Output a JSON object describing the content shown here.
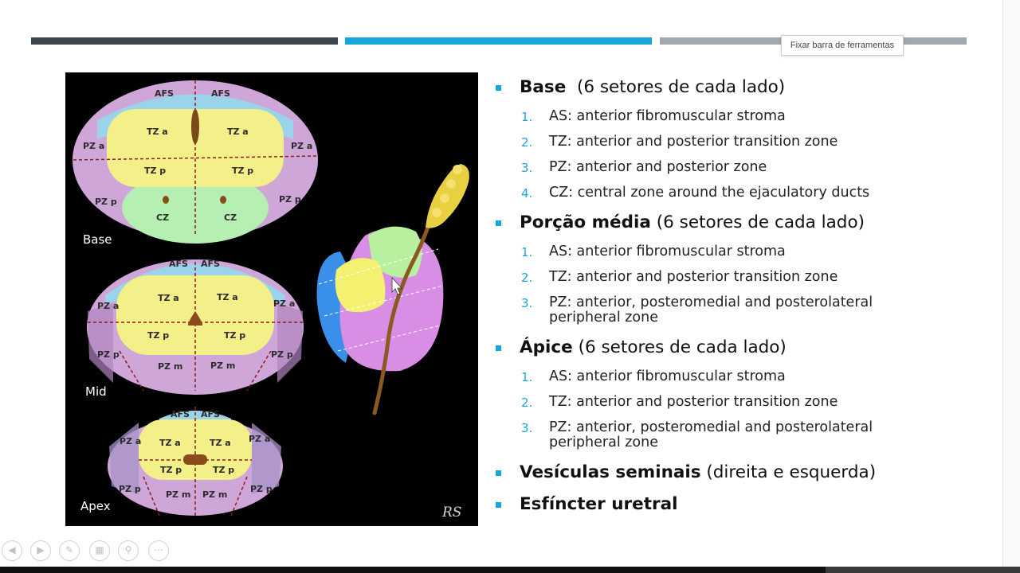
{
  "tooltip": "Fixar barra de ferramentas",
  "figure": {
    "levels": [
      "Base",
      "Mid",
      "Apex"
    ],
    "zones": {
      "afs": "AFS",
      "tza": "TZ a",
      "tzp": "TZ p",
      "pza": "PZ a",
      "pzp": "PZ p",
      "pzm": "PZ m",
      "cz": "CZ"
    },
    "signature": "RS"
  },
  "sections": [
    {
      "title": "Base",
      "rest": "  (6 setores de cada lado)",
      "items": [
        {
          "num": "1.",
          "text": "AS: anterior fibromuscular stroma"
        },
        {
          "num": "2.",
          "text": "TZ: anterior and posterior transition zone"
        },
        {
          "num": "3.",
          "text": "PZ: anterior and posterior zone"
        },
        {
          "num": "4.",
          "text": "CZ: central zone around the ejaculatory ducts"
        }
      ]
    },
    {
      "title": "Porção média",
      "rest": " (6 setores de cada lado)",
      "items": [
        {
          "num": "1.",
          "text": "AS: anterior fibromuscular stroma"
        },
        {
          "num": "2.",
          "text": "TZ: anterior and posterior transition zone"
        },
        {
          "num": "3.",
          "text": "PZ: anterior, posteromedial and posterolateral peripheral zone"
        }
      ]
    },
    {
      "title": "Ápice",
      "rest": " (6 setores de cada lado)",
      "items": [
        {
          "num": "1.",
          "text": "AS: anterior fibromuscular stroma"
        },
        {
          "num": "2.",
          "text": "TZ: anterior and posterior transition zone"
        },
        {
          "num": "3.",
          "text": "PZ: anterior, posteromedial and posterolateral peripheral zone"
        }
      ]
    },
    {
      "title": "Vesículas seminais",
      "rest": " (direita e esquerda)",
      "items": []
    },
    {
      "title": "Esfíncter uretral",
      "rest": "",
      "items": []
    }
  ],
  "toolbar": {
    "icons": [
      "prev-icon",
      "next-icon",
      "pen-icon",
      "slides-icon",
      "zoom-icon",
      "more-icon"
    ]
  },
  "colors": {
    "accent": "#17a6dc",
    "bar_dark": "#3c464c",
    "bar_gray": "#a3a8ac"
  }
}
